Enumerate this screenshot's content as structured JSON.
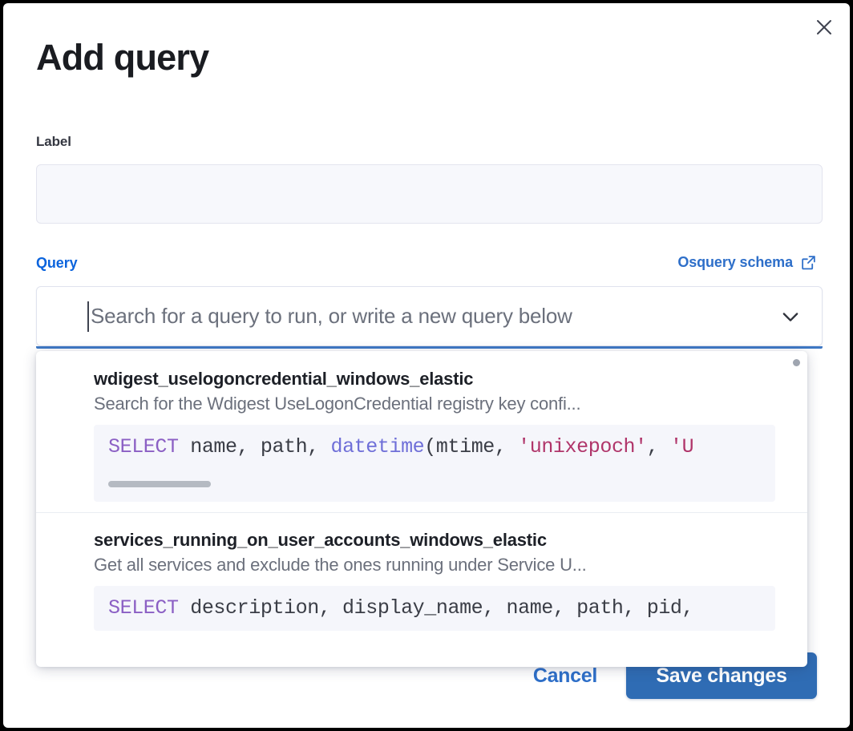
{
  "modal": {
    "title": "Add query",
    "close_icon": "close-icon"
  },
  "label_field": {
    "label": "Label",
    "value": "",
    "placeholder": ""
  },
  "query_field": {
    "legend": "Query",
    "schema_link": "Osquery schema",
    "schema_link_icon": "external-link-icon",
    "combobox_placeholder": "Search for a query to run, or write a new query below",
    "combobox_value": "",
    "chevron_icon": "chevron-down-icon"
  },
  "dropdown": {
    "options": [
      {
        "name": "wdigest_uselogoncredential_windows_elastic",
        "description": "Search for the Wdigest UseLogonCredential registry key confi...",
        "sql_parts": [
          {
            "t": "SELECT",
            "c": "kw"
          },
          {
            "t": " name, path, ",
            "c": "pnct"
          },
          {
            "t": "datetime",
            "c": "fn"
          },
          {
            "t": "(mtime, ",
            "c": "pnct"
          },
          {
            "t": "'unixepoch'",
            "c": "str"
          },
          {
            "t": ", ",
            "c": "pnct"
          },
          {
            "t": "'U",
            "c": "str"
          }
        ]
      },
      {
        "name": "services_running_on_user_accounts_windows_elastic",
        "description": "Get all services and exclude the ones running under Service U...",
        "sql_parts": [
          {
            "t": "SELECT",
            "c": "kw"
          },
          {
            "t": " description, display_name, name, path, pid,",
            "c": "pnct"
          }
        ]
      }
    ]
  },
  "footer": {
    "cancel_label": "Cancel",
    "save_label": "Save changes"
  },
  "colors": {
    "accent_blue": "#2e6fc9",
    "link_blue": "#0b64dd",
    "save_button": "#2f6cb4",
    "keyword_purple": "#8b5fc4",
    "function_indigo": "#6f6fd8",
    "string_pink": "#b0356a",
    "code_background": "#f5f6fb",
    "field_background": "#f7f8fc"
  }
}
